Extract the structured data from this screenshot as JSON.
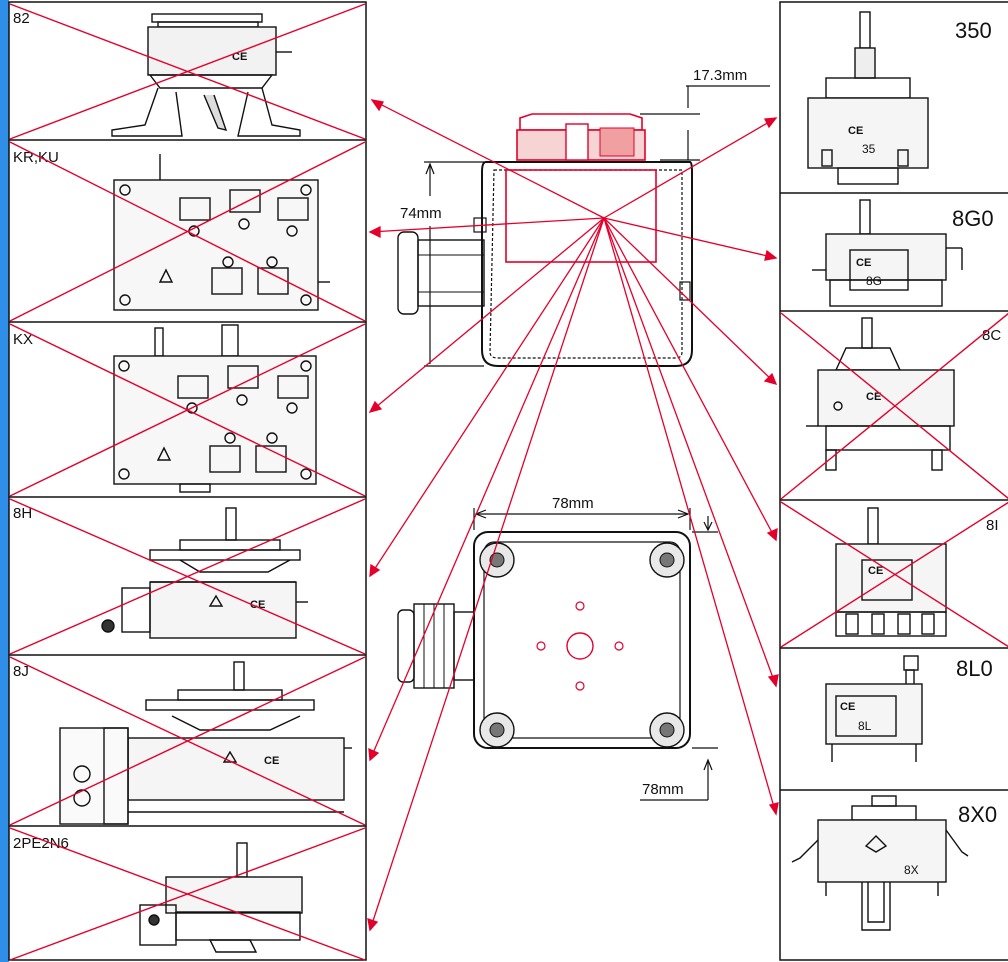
{
  "left_panels": [
    {
      "label": "82"
    },
    {
      "label": "KR,KU"
    },
    {
      "label": "KX"
    },
    {
      "label": "8H"
    },
    {
      "label": "8J"
    },
    {
      "label": "2PE2N6"
    }
  ],
  "right_panels": [
    {
      "label": "350",
      "marking": "35"
    },
    {
      "label": "8G0",
      "marking": "8G"
    },
    {
      "label": "8C",
      "marking": ""
    },
    {
      "label": "8I",
      "marking": ""
    },
    {
      "label": "8L0",
      "marking": "8L"
    },
    {
      "label": "8X0",
      "marking": "8X"
    }
  ],
  "ce_mark": "CE",
  "dimensions": {
    "cap_height": "17.3mm",
    "body_height": "74mm",
    "width": "78mm",
    "depth": "78mm"
  },
  "colors": {
    "line": "#111111",
    "cross": "#e4002b",
    "edge": "#2f8fe8",
    "bg": "#ffffff"
  }
}
